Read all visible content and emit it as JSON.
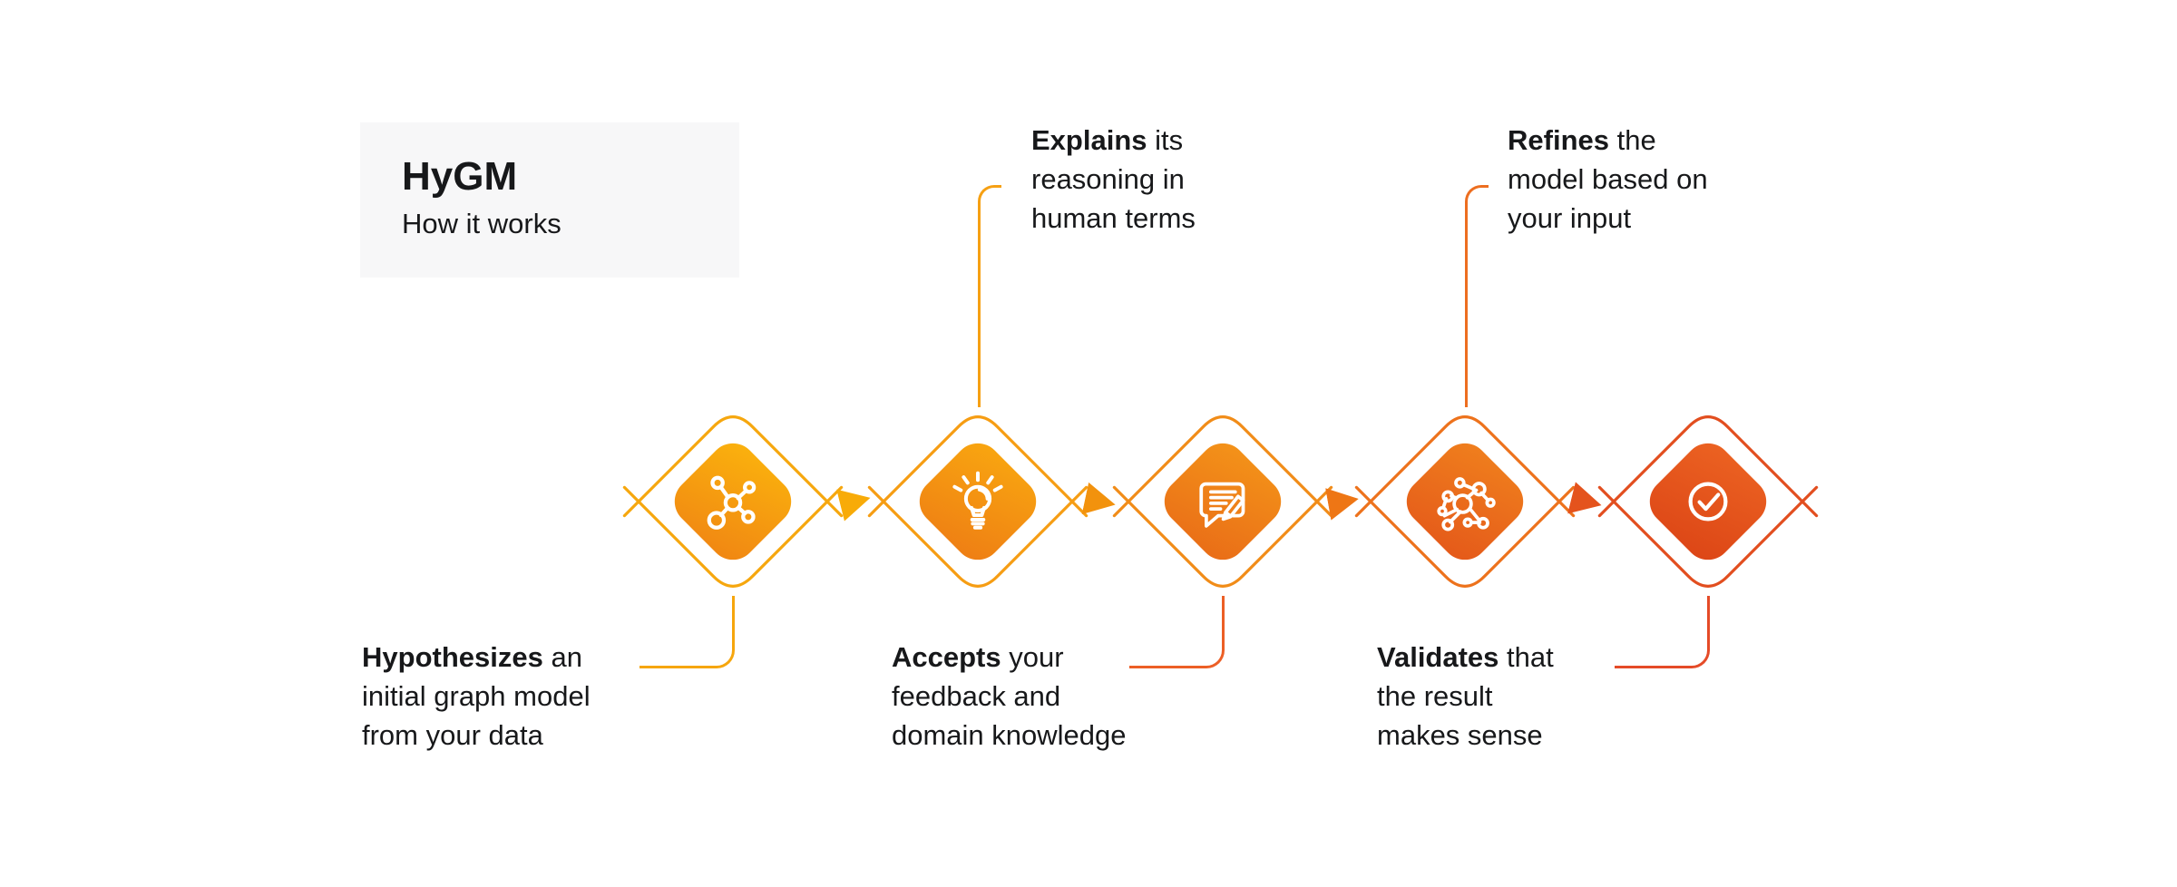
{
  "title": {
    "heading": "HyGM",
    "subtitle": "How it works"
  },
  "colors": {
    "background": "#ffffff",
    "title_box_bg": "#f7f7f8",
    "text": "#17181a",
    "icon_stroke": "#ffffff"
  },
  "steps": [
    {
      "name": "hypothesizes",
      "icon": "molecule-icon",
      "label_position": "bottom",
      "label": {
        "bold": "Hypothesizes",
        "after": " an",
        "line2": "initial graph model",
        "line3": "from your data"
      },
      "colors": {
        "fill_start": "#fbb30d",
        "fill_end": "#f08513",
        "outline": "#f6a70e",
        "connector": "#f6a60d"
      }
    },
    {
      "name": "explains",
      "icon": "lightbulb-icon",
      "label_position": "top",
      "label": {
        "bold": "Explains",
        "after": " its",
        "line2": "reasoning in",
        "line3": "human terms"
      },
      "colors": {
        "fill_start": "#f9a710",
        "fill_end": "#ee7d14",
        "outline": "#f69d13",
        "connector": "#f6a013"
      }
    },
    {
      "name": "accepts",
      "icon": "chat-edit-icon",
      "label_position": "bottom",
      "label": {
        "bold": "Accepts",
        "after": " your",
        "line2": "feedback and",
        "line3": "domain knowledge"
      },
      "colors": {
        "fill_start": "#f49419",
        "fill_end": "#e96c17",
        "outline": "#f18c18",
        "connector": "#ec5f26"
      }
    },
    {
      "name": "refines",
      "icon": "graph-network-icon",
      "label_position": "top",
      "label": {
        "bold": "Refines",
        "after": " the",
        "line2": "model based on",
        "line3": "your input"
      },
      "colors": {
        "fill_start": "#f0801d",
        "fill_end": "#e4581a",
        "outline": "#ed721c",
        "connector": "#ed6e20"
      }
    },
    {
      "name": "validates",
      "icon": "check-circle-icon",
      "label_position": "bottom",
      "label": {
        "bold": "Validates",
        "after": " that",
        "line2": "the result",
        "line3": "makes sense"
      },
      "colors": {
        "fill_start": "#ec6322",
        "fill_end": "#dc4516",
        "outline": "#e24e1f",
        "connector": "#e54b28"
      }
    }
  ],
  "arrows": [
    {
      "color": "#f8ab08"
    },
    {
      "color": "#f2920d"
    },
    {
      "color": "#ee7615"
    },
    {
      "color": "#e4531d"
    }
  ]
}
